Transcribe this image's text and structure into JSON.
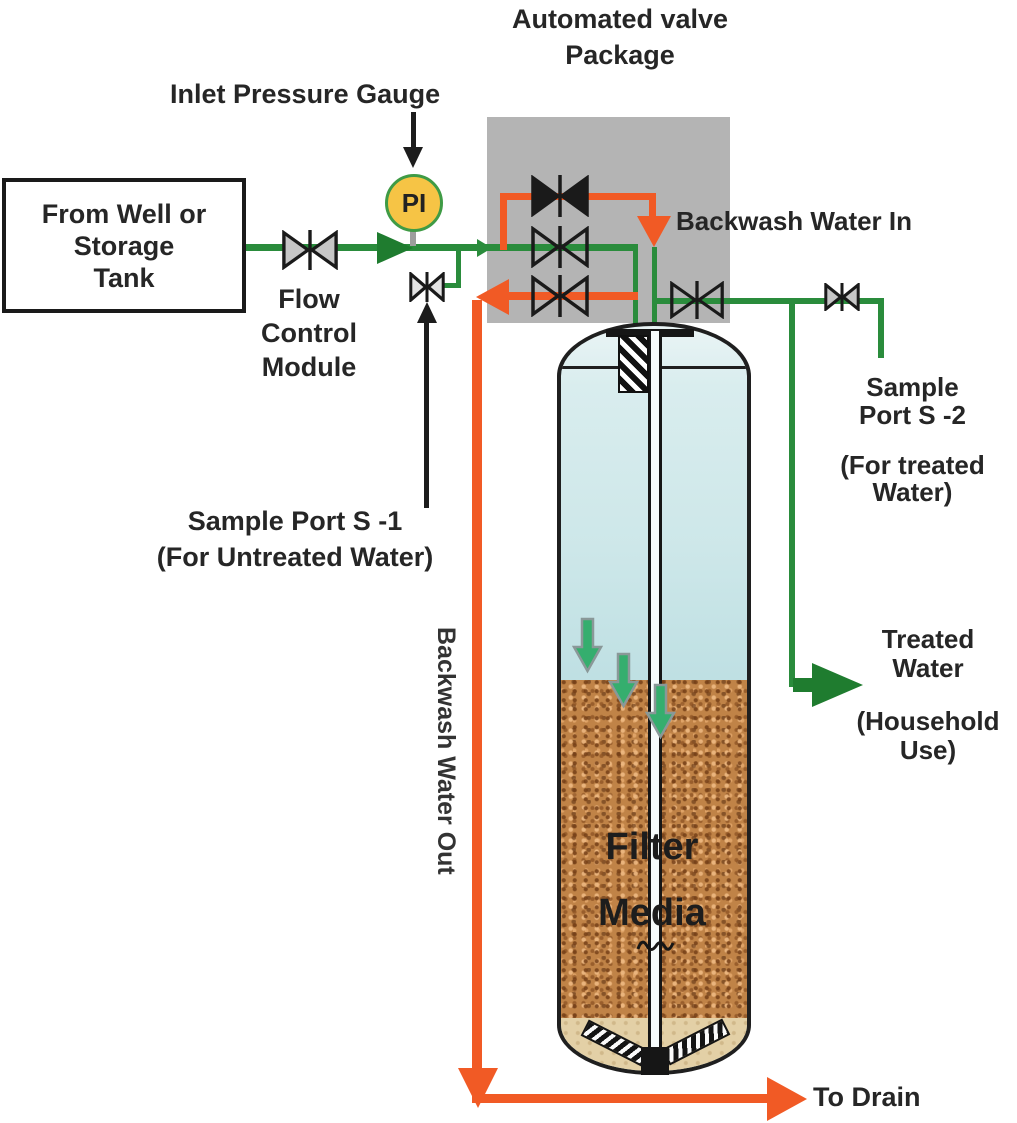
{
  "labels": {
    "title_line1": "Automated valve",
    "title_line2": "Package",
    "inlet_pressure_gauge": "Inlet Pressure Gauge",
    "source_line1": "From Well or",
    "source_line2": "Storage",
    "source_line3": "Tank",
    "flow_control_line1": "Flow",
    "flow_control_line2": "Control",
    "flow_control_line3": "Module",
    "gauge_tag": "PI",
    "backwash_in": "Backwash Water In",
    "sample_s1_line1": "Sample Port S -1",
    "sample_s1_line2": "(For Untreated Water)",
    "sample_s2_line1": "Sample",
    "sample_s2_line2": "Port S -2",
    "sample_s2_line3": "(For treated",
    "sample_s2_line4": "Water)",
    "treated_line1": "Treated",
    "treated_line2": "Water",
    "treated_line3": "(Household",
    "treated_line4": "Use)",
    "filter_media_line1": "Filter",
    "filter_media_line2": "Media",
    "backwash_out": "Backwash Water Out",
    "to_drain": "To Drain"
  },
  "colors": {
    "pipe_green": "#2a8c3c",
    "arrow_green_dark": "#1f7c2f",
    "flow_orange": "#f15a25",
    "valve_package_gray": "#b4b4b4",
    "gauge_yellow": "#f6c445",
    "gauge_ring_green": "#3f9b45",
    "tank_water_blue": "#cde7e9",
    "filter_media_brown": "#c08347",
    "gravel_tan": "#e3d0a6",
    "tank_arrow_teal": "#35ae6e"
  },
  "components": {
    "valve_icons": [
      "flow-control-valve-icon",
      "sample-port-s1-valve-icon",
      "automated-valve-top-icon",
      "automated-valve-middle-icon",
      "automated-valve-bottom-icon",
      "automated-valve-outlet-icon",
      "sample-port-s2-valve-icon"
    ],
    "gauge_icon": "pressure-indicator-gauge-icon"
  }
}
